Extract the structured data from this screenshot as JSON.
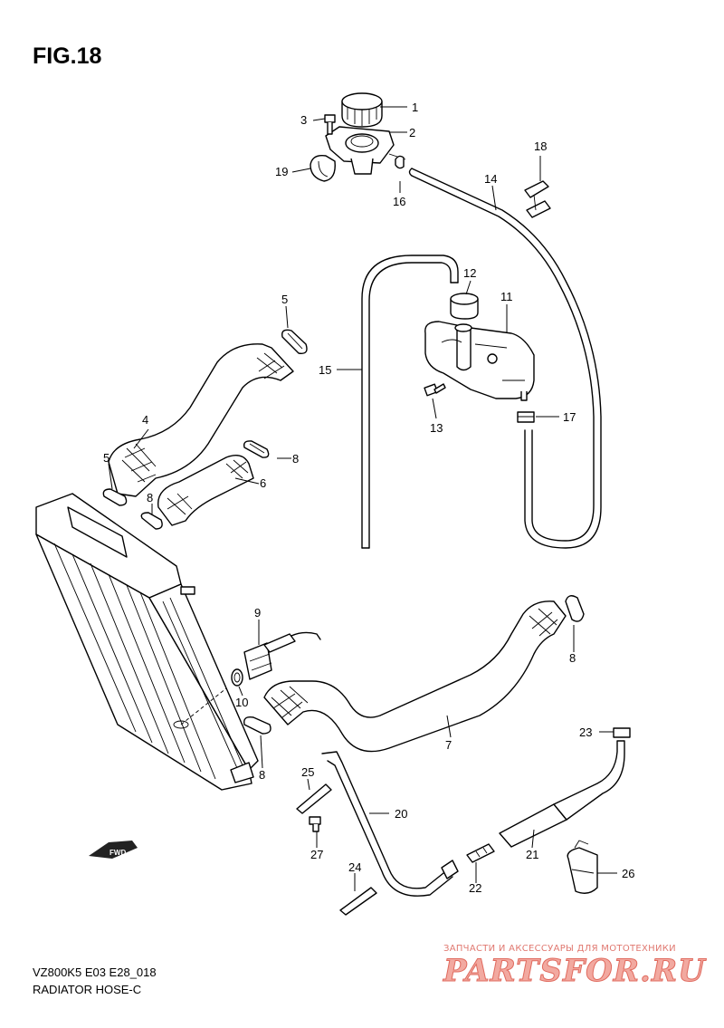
{
  "figure": {
    "title": "FIG.18"
  },
  "footer": {
    "model_code": "VZ800K5 E03 E28_018",
    "section_name": "RADIATOR HOSE-C"
  },
  "watermark": {
    "tagline": "ЗАПЧАСТИ И АКСЕССУАРЫ ДЛЯ МОТОТЕХНИКИ",
    "logo_text": "PARTSFOR.RU"
  },
  "badge": {
    "fwd": "FWD"
  },
  "callouts": [
    "1",
    "2",
    "3",
    "4",
    "5",
    "6",
    "7",
    "8",
    "9",
    "10",
    "11",
    "12",
    "13",
    "14",
    "15",
    "16",
    "17",
    "18",
    "19",
    "20",
    "21",
    "22",
    "23",
    "24",
    "25",
    "26",
    "27"
  ]
}
